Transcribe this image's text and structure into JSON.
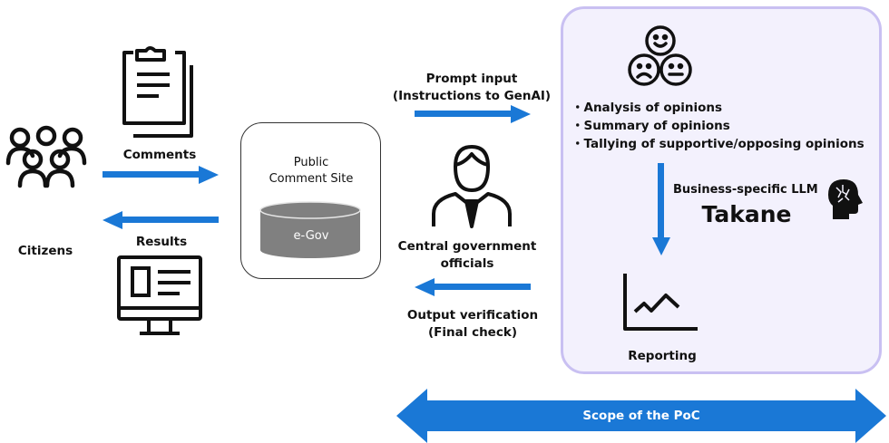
{
  "colors": {
    "arrow": "#1a78d6",
    "scope_border": "#c9c0f2",
    "scope_fill": "#f3f1fd",
    "database": "#808080"
  },
  "citizens": {
    "label": "Citizens",
    "icon": "people-group-icon"
  },
  "comments": {
    "label": "Comments",
    "icon": "clipboard-icon"
  },
  "results": {
    "label": "Results",
    "icon": "monitor-icon"
  },
  "public_site": {
    "line1": "Public",
    "line2": "Comment Site",
    "db_label": "e-Gov"
  },
  "prompt": {
    "line1": "Prompt input",
    "line2": "(Instructions to GenAI)"
  },
  "officials": {
    "line1": "Central government",
    "line2": "officials",
    "icon": "official-person-icon"
  },
  "output": {
    "line1": "Output verification",
    "line2": "(Final check)"
  },
  "analysis": {
    "icon": "faces-icon",
    "bullets": [
      "・Analysis of opinions",
      "・Summary of opinions",
      "・Tallying of supportive/opposing opinions"
    ]
  },
  "llm": {
    "subtitle": "Business-specific LLM",
    "name": "Takane",
    "icon": "ai-head-icon"
  },
  "reporting": {
    "label": "Reporting",
    "icon": "line-chart-icon"
  },
  "scope": {
    "label": "Scope of the PoC"
  }
}
